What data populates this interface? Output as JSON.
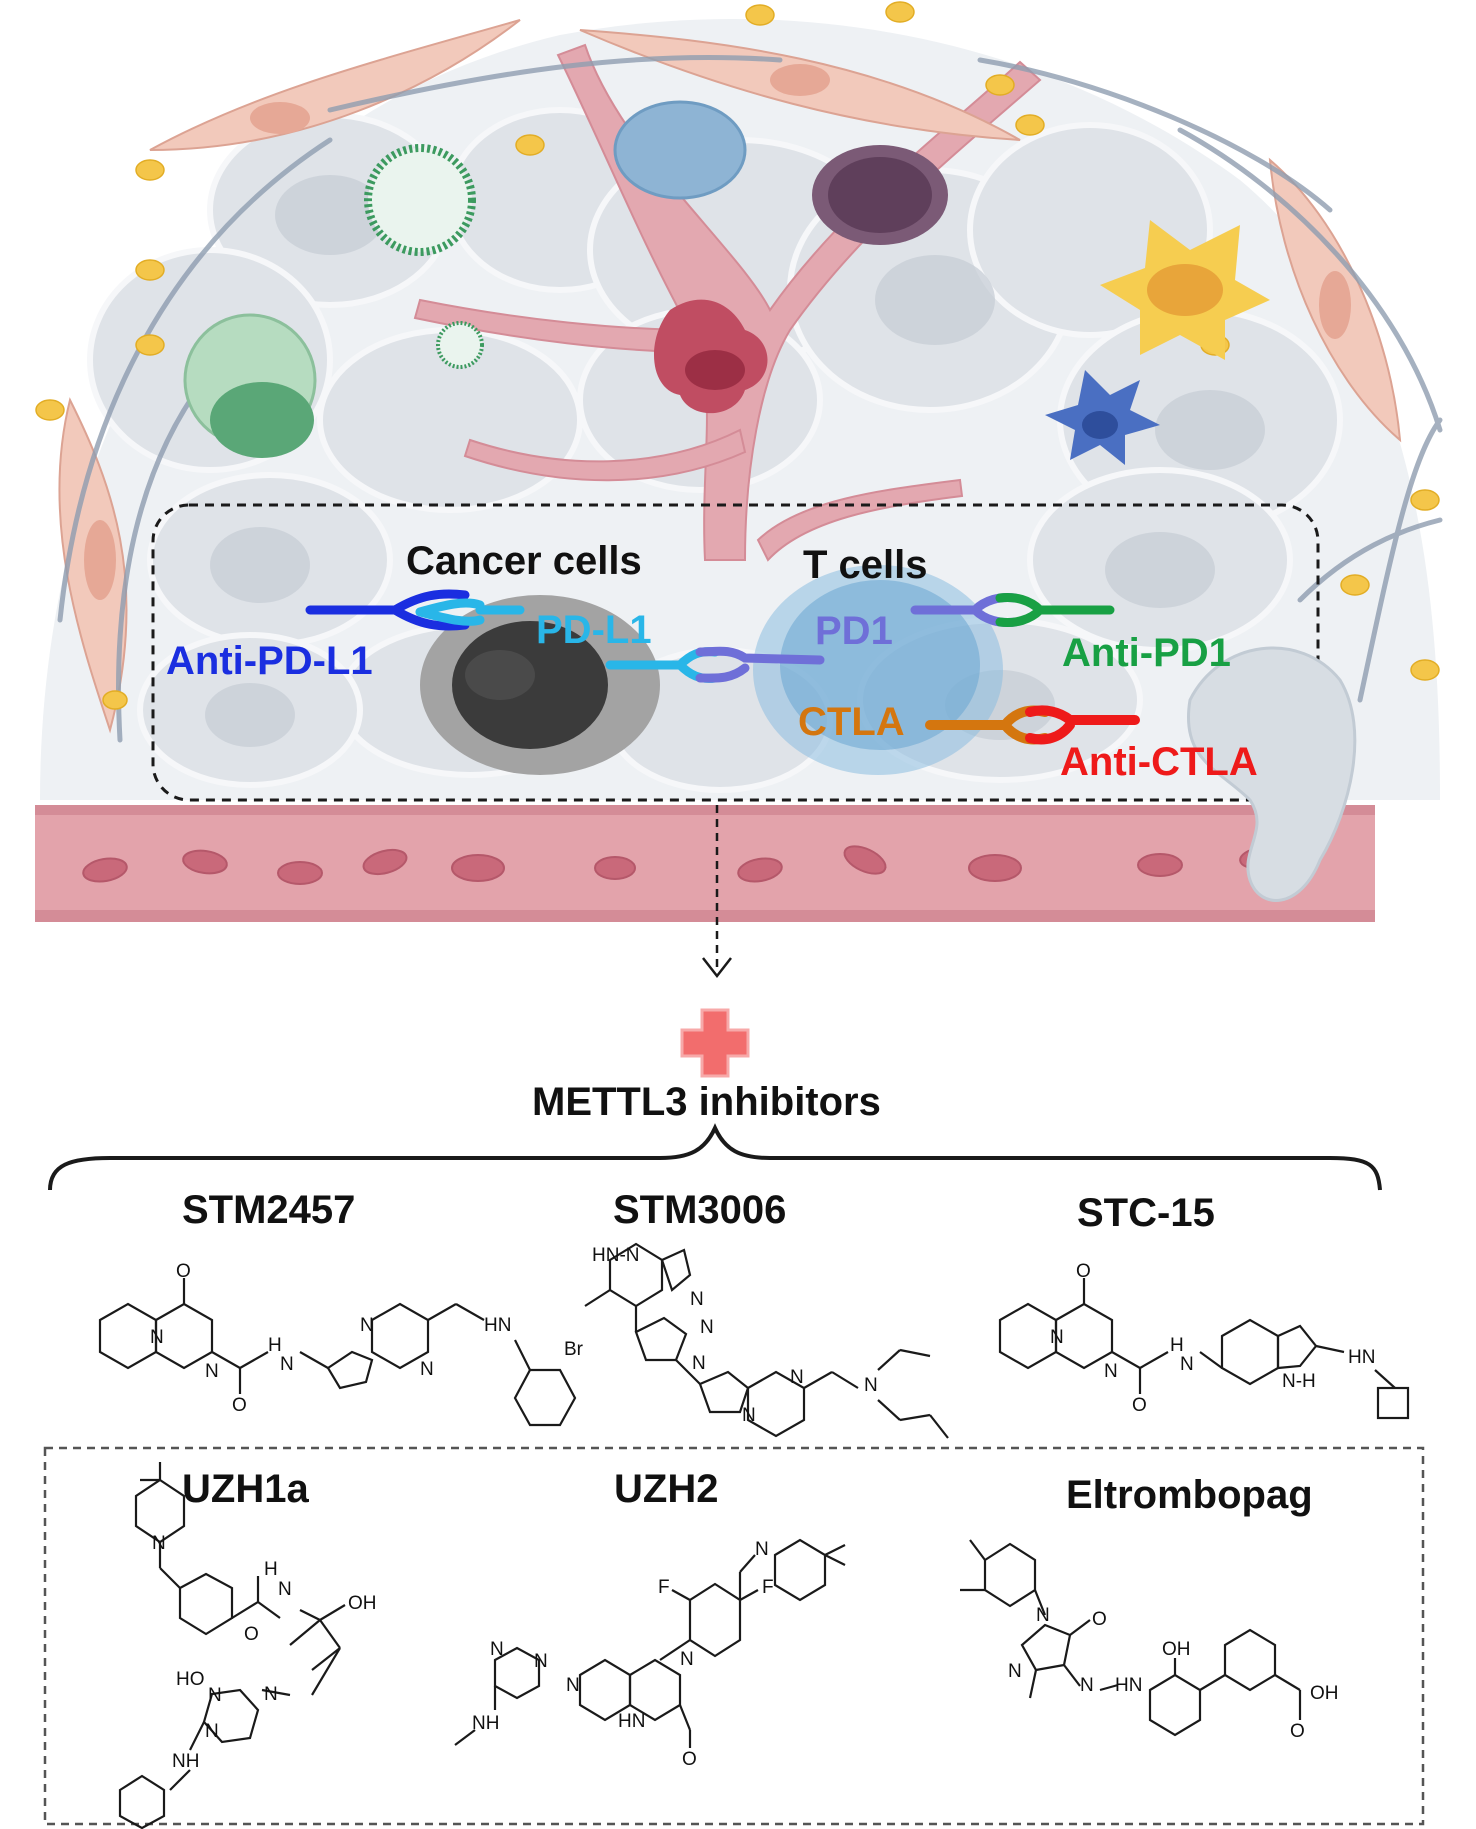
{
  "colors": {
    "anti_pdl1": "#1a2ee0",
    "pdl1": "#29b6e8",
    "pd1": "#6f6fd8",
    "anti_pd1": "#18a044",
    "ctla": "#d4760f",
    "anti_ctla": "#ee1a1a",
    "vessel": "#e3a3ab",
    "plus": "#f26d6d"
  },
  "tme": {
    "cancer_cells_label": "Cancer cells",
    "t_cells_label": "T cells",
    "anti_pdl1_label": "Anti-PD-L1",
    "pdl1_label": "PD-L1",
    "pd1_label": "PD1",
    "anti_pd1_label": "Anti-PD1",
    "ctla_label": "CTLA",
    "anti_ctla_label": "Anti-CTLA"
  },
  "combination": {
    "title": "METTL3 inhibitors",
    "icon": "plus-icon"
  },
  "compounds": {
    "stm2457": "STM2457",
    "stm3006": "STM3006",
    "stc15": "STC-15",
    "uzh1a": "UZH1a",
    "uzh2": "UZH2",
    "eltrombopag": "Eltrombopag"
  },
  "atoms": {
    "o": "O",
    "n": "N",
    "hn": "HN",
    "nh": "NH",
    "h": "H",
    "br": "Br",
    "f": "F",
    "oh": "OH",
    "ho": "HO",
    "hn_n": "HN-N",
    "n_h": "N-H"
  }
}
